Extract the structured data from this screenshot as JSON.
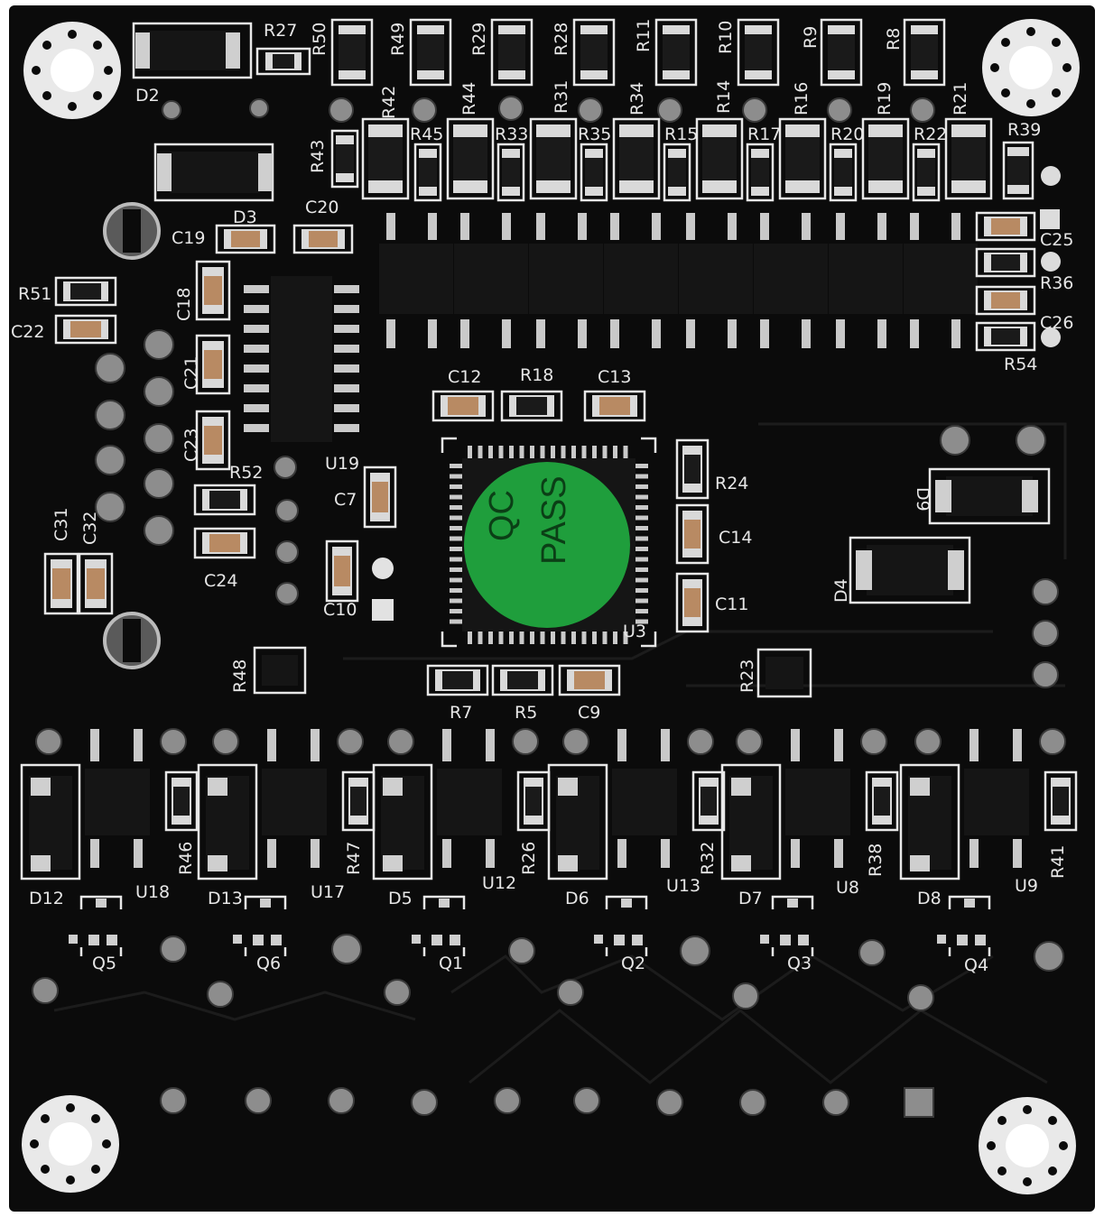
{
  "board": {
    "sticker_text": "QC PASS",
    "sticker_line1": "QC",
    "sticker_line2": "PASS",
    "sticker_color": "#1f9e3c",
    "board_color": "#0b0b0b",
    "silk_color": "#e6e6e6"
  },
  "labels": {
    "d2": "D2",
    "r27": "R27",
    "r50": "R50",
    "r49": "R49",
    "r29": "R29",
    "r28": "R28",
    "r11": "R11",
    "r10": "R10",
    "r9": "R9",
    "r8": "R8",
    "r42": "R42",
    "r44": "R44",
    "r31": "R31",
    "r34": "R34",
    "r14": "R14",
    "r16": "R16",
    "r19": "R19",
    "r21": "R21",
    "r43": "R43",
    "r45": "R45",
    "r33": "R33",
    "r35": "R35",
    "r15": "R15",
    "r17": "R17",
    "r20": "R20",
    "r22": "R22",
    "r39": "R39",
    "d3": "D3",
    "c20": "C20",
    "c19": "C19",
    "c25": "C25",
    "r36": "R36",
    "c26": "C26",
    "r54": "R54",
    "r51": "R51",
    "c22": "C22",
    "c18": "C18",
    "c21": "C21",
    "c23": "C23",
    "r52": "R52",
    "u19": "U19",
    "c7": "C7",
    "c12": "C12",
    "r18": "R18",
    "c13": "C13",
    "r24": "R24",
    "c14": "C14",
    "c11": "C11",
    "u3": "U3",
    "d9": "D9",
    "d4": "D4",
    "c31": "C31",
    "c32": "C32",
    "c24": "C24",
    "c10": "C10",
    "r48": "R48",
    "r23": "R23",
    "r7": "R7",
    "r5": "R5",
    "c9": "C9",
    "d12": "D12",
    "u18": "U18",
    "r46": "R46",
    "d13": "D13",
    "u17": "U17",
    "r47": "R47",
    "d5": "D5",
    "u12": "U12",
    "r26": "R26",
    "d6": "D6",
    "u13": "U13",
    "r32": "R32",
    "d7": "D7",
    "u8": "U8",
    "r38": "R38",
    "d8": "D8",
    "u9": "U9",
    "r41": "R41",
    "q5": "Q5",
    "q6": "Q6",
    "q1": "Q1",
    "q2": "Q2",
    "q3": "Q3",
    "q4": "Q4"
  }
}
